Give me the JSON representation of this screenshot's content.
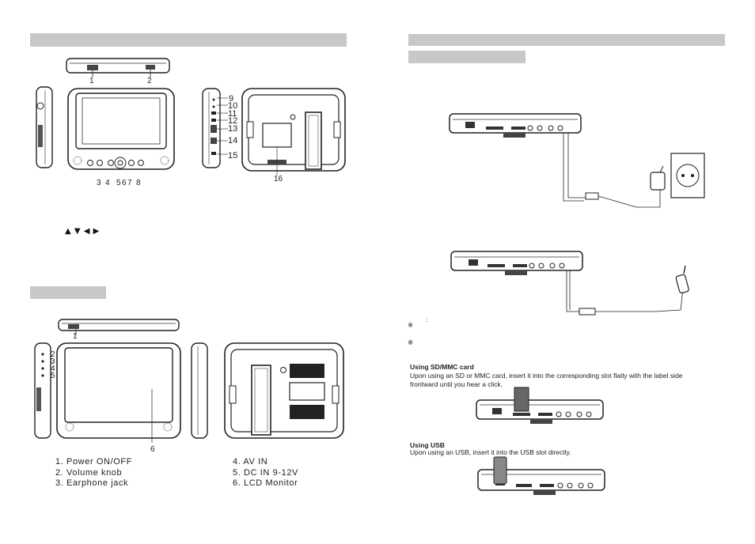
{
  "left_page": {
    "main_unit_callouts": {
      "top": [
        "1",
        "2"
      ],
      "bottom": [
        "3",
        "4",
        "5",
        "6",
        "7",
        "8"
      ],
      "side": [
        "9",
        "10",
        "11",
        "12",
        "13",
        "14",
        "15"
      ],
      "back": [
        "16"
      ]
    },
    "arrow_symbols": "▲ ▼ ◀ ▶",
    "second_unit_callouts": {
      "top": [
        "1"
      ],
      "side": [
        "2",
        "3",
        "4",
        "5"
      ],
      "front": [
        "6"
      ]
    },
    "legend": {
      "left": [
        "1. Power ON/OFF",
        "2. Volume knob",
        "3. Earphone jack"
      ],
      "right": [
        "4. AV IN",
        "5. DC IN 9-12V",
        "6. LCD Monitor"
      ]
    }
  },
  "right_page": {
    "note_colon": ":",
    "note_marks": [
      "※",
      "※"
    ],
    "sd_section": {
      "title": "Using SD/MMC card",
      "text_line1": "Upon using an SD or MMC card, insert it into the corresponding slot flatly with the label side",
      "text_line2": "frontward until you hear a click."
    },
    "usb_section": {
      "title": "Using USB",
      "text": "Upon using an USB, insert it into the USB slot directly."
    }
  }
}
